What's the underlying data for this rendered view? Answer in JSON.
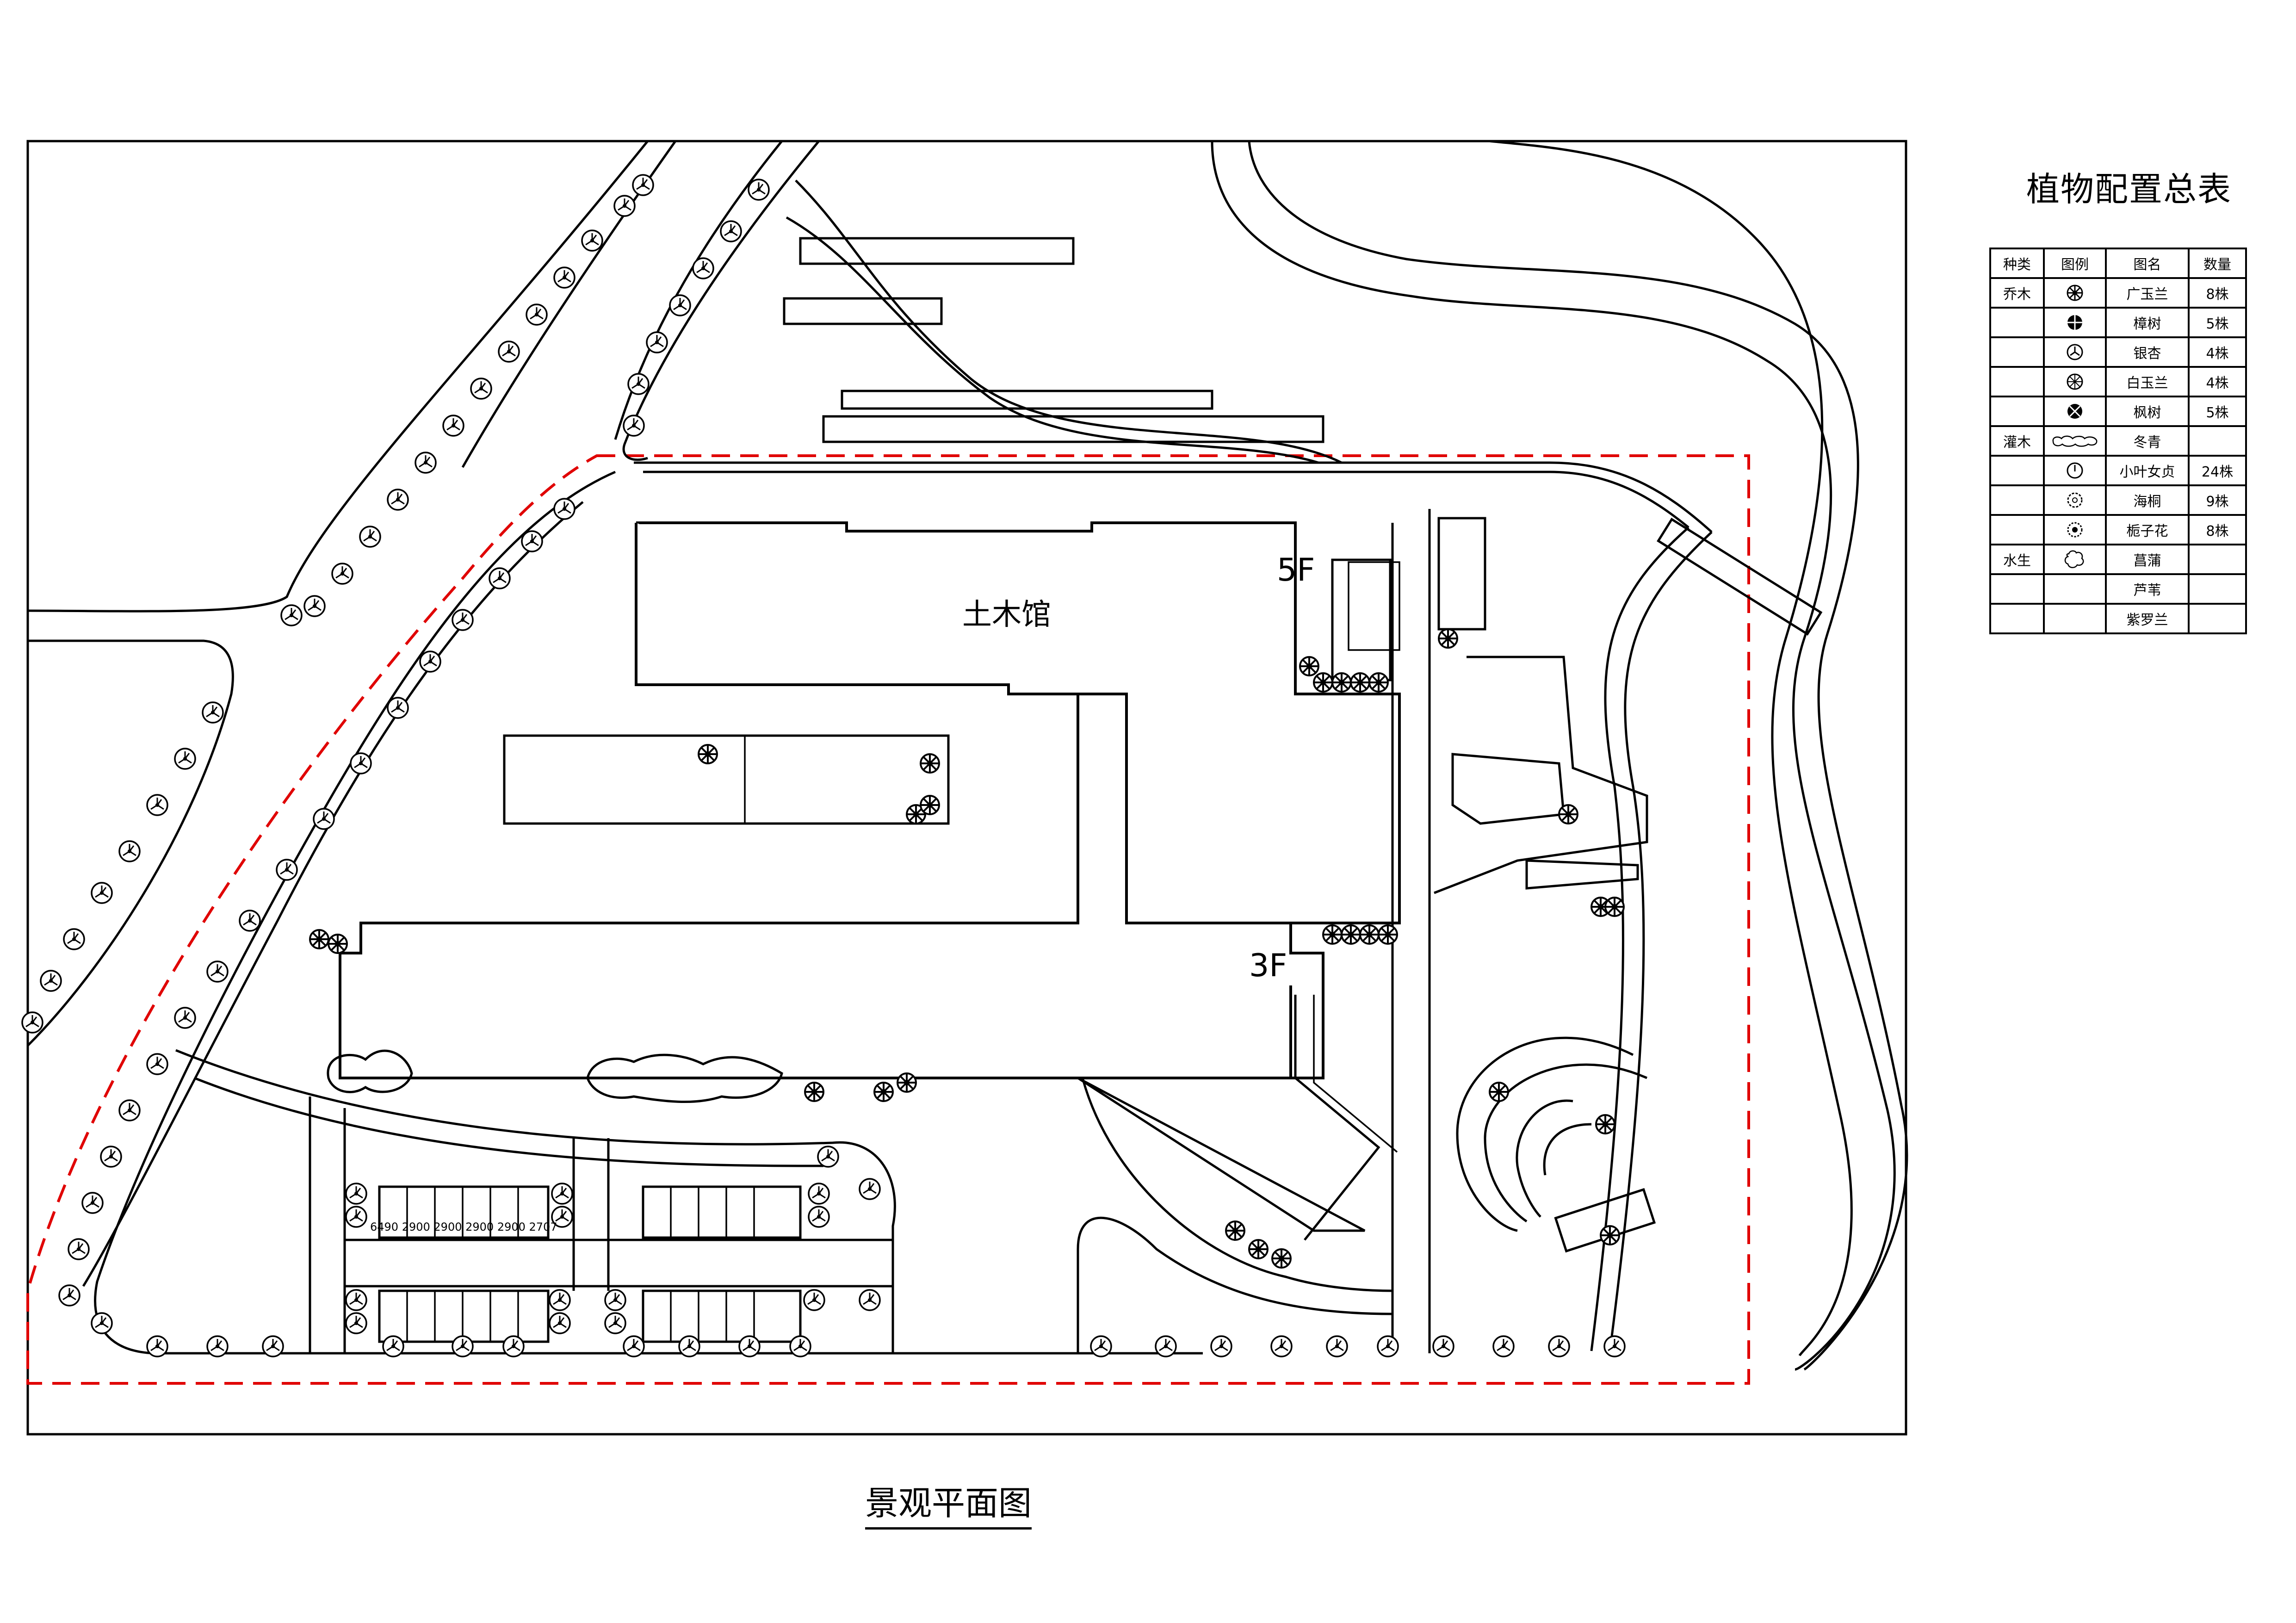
{
  "drawing": {
    "building_name": "土木馆",
    "floor_5f": "5F",
    "floor_3f": "3F",
    "parking_dims": "6490 2900 2900 2900 2900 2707",
    "caption": "景观平面图"
  },
  "legend": {
    "title": "植物配置总表",
    "headers": [
      "种类",
      "图例",
      "图名",
      "数量"
    ],
    "rows": [
      {
        "category": "乔木",
        "symbol": "tree-guangyulan-icon",
        "name": "广玉兰",
        "qty": "8株"
      },
      {
        "category": "",
        "symbol": "tree-zhangshu-icon",
        "name": "樟树",
        "qty": "5株"
      },
      {
        "category": "",
        "symbol": "tree-yinxing-icon",
        "name": "银杏",
        "qty": "4株"
      },
      {
        "category": "",
        "symbol": "tree-baiyulan-icon",
        "name": "白玉兰",
        "qty": "4株"
      },
      {
        "category": "",
        "symbol": "tree-fengshu-icon",
        "name": "枫树",
        "qty": "5株"
      },
      {
        "category": "灌木",
        "symbol": "shrub-dongqing-icon",
        "name": "冬青",
        "qty": ""
      },
      {
        "category": "",
        "symbol": "tree-xiaoyenvzhen-icon",
        "name": "小叶女贞",
        "qty": "24株"
      },
      {
        "category": "",
        "symbol": "shrub-haitong-icon",
        "name": "海桐",
        "qty": "9株"
      },
      {
        "category": "",
        "symbol": "shrub-zhizihua-icon",
        "name": "栀子花",
        "qty": "8株"
      },
      {
        "category": "水生",
        "symbol": "aquatic-changpu-icon",
        "name": "菖蒲",
        "qty": ""
      },
      {
        "category": "",
        "symbol": "",
        "name": "芦苇",
        "qty": ""
      },
      {
        "category": "",
        "symbol": "",
        "name": "紫罗兰",
        "qty": ""
      }
    ]
  },
  "colors": {
    "boundary": "#e00000",
    "line": "#000000",
    "background": "#ffffff"
  }
}
